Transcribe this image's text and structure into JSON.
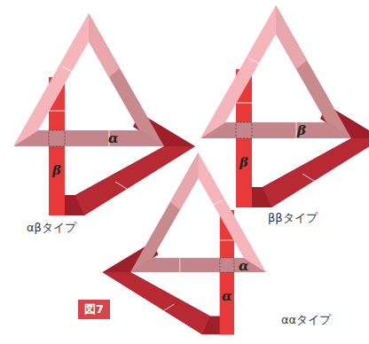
{
  "diagram": {
    "nodes": [
      {
        "text": [
          "図7"
        ]
      }
    ],
    "labels": [
      "α",
      "β",
      "β",
      "β",
      "α",
      "α",
      "αβタイプ",
      "ββタイプ",
      "ααタイプ"
    ]
  }
}
